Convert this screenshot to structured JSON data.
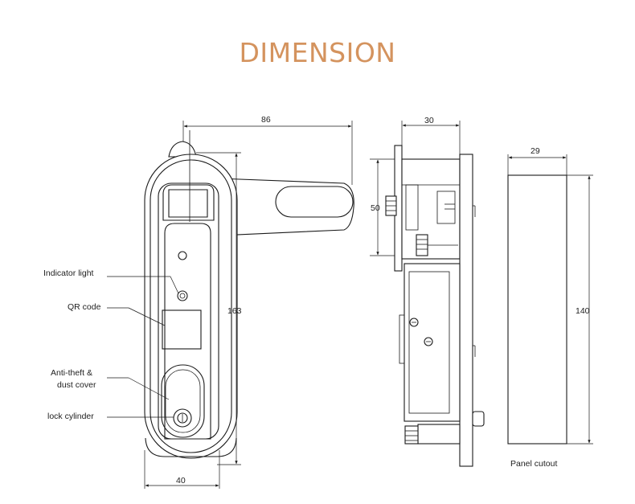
{
  "title": "DIMENSION",
  "callouts": {
    "indicator_light": "Indicator light",
    "qr_code": "QR code",
    "anti_theft_line1": "Anti-theft &",
    "anti_theft_line2": "dust cover",
    "lock_cylinder": "lock cylinder"
  },
  "dimensions": {
    "front_width": "86",
    "front_height": "163",
    "front_base": "40",
    "side_depth": "30",
    "side_height": "50",
    "cutout_width": "29",
    "cutout_height": "140"
  },
  "panel_cutout_label": "Panel cutout"
}
